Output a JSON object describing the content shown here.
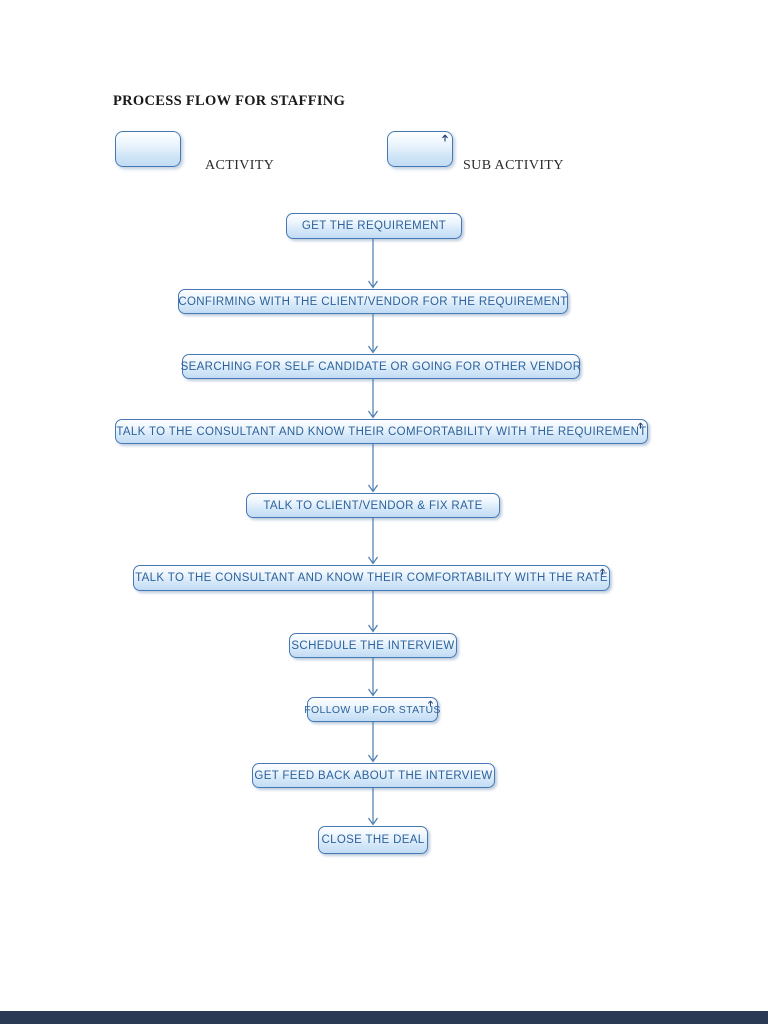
{
  "title": "PROCESS FLOW FOR STAFFING",
  "legend": {
    "activity": {
      "label": "ACTIVITY"
    },
    "sub_activity": {
      "label": "SUB ACTIVITY",
      "marker_icon": "up-arrow-icon"
    }
  },
  "flow": {
    "connector_style": "arrow-down",
    "nodes": [
      {
        "label": "GET THE REQUIREMENT",
        "has_sub_marker": false
      },
      {
        "label": "CONFIRMING WITH THE CLIENT/VENDOR FOR THE REQUIREMENT",
        "has_sub_marker": false
      },
      {
        "label": "SEARCHING FOR SELF CANDIDATE OR GOING FOR OTHER VENDOR",
        "has_sub_marker": false
      },
      {
        "label": "TALK TO THE CONSULTANT AND KNOW THEIR COMFORTABILITY WITH THE REQUIREMENT",
        "has_sub_marker": true
      },
      {
        "label": "TALK TO CLIENT/VENDOR & FIX RATE",
        "has_sub_marker": false
      },
      {
        "label": "TALK TO THE CONSULTANT AND KNOW THEIR COMFORTABILITY WITH THE RATE",
        "has_sub_marker": true
      },
      {
        "label": "SCHEDULE THE INTERVIEW",
        "has_sub_marker": false
      },
      {
        "label": "FOLLOW UP FOR STATUS",
        "has_sub_marker": true
      },
      {
        "label": "GET FEED BACK ABOUT THE INTERVIEW",
        "has_sub_marker": false
      },
      {
        "label": "CLOSE THE DEAL",
        "has_sub_marker": false
      }
    ]
  },
  "colors": {
    "node_border": "#4679b4",
    "node_text": "#2d629c",
    "node_fill_bottom": "#c3dcf4",
    "arrow": "#4a7cb2",
    "title_text": "#1a1a1a",
    "footer_bar": "#2b3a54"
  }
}
